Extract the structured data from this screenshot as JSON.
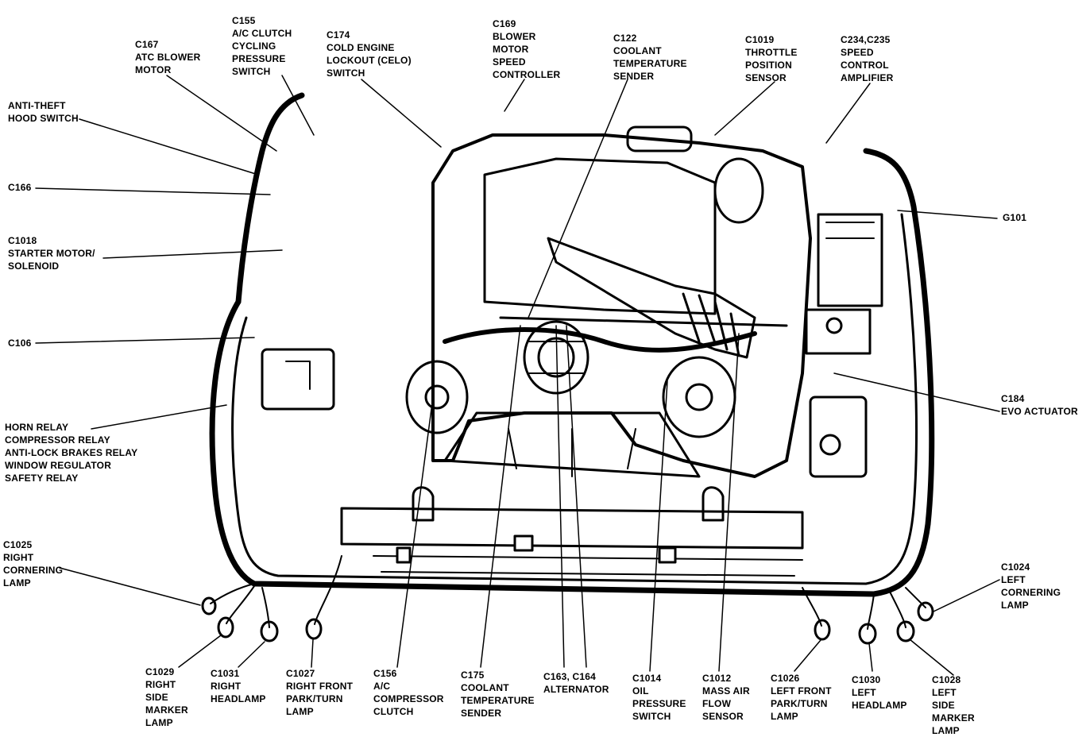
{
  "labels": {
    "c167": "C167\nATC BLOWER\nMOTOR",
    "c155": "C155\nA/C CLUTCH\nCYCLING\nPRESSURE\nSWITCH",
    "c174": "C174\nCOLD ENGINE\nLOCKOUT (CELO)\nSWITCH",
    "c169": "C169\nBLOWER\nMOTOR\nSPEED\nCONTROLLER",
    "c122": "C122\nCOOLANT\nTEMPERATURE\nSENDER",
    "c1019": "C1019\nTHROTTLE\nPOSITION\nSENSOR",
    "c234": "C234,C235\nSPEED\nCONTROL\nAMPLIFIER",
    "antitheft": "ANTI-THEFT\nHOOD SWITCH",
    "c166": "C166",
    "c1018": "C1018\nSTARTER MOTOR/\nSOLENOID",
    "c106": "C106",
    "g101": "G101",
    "c184": "C184\nEVO ACTUATOR",
    "relays": "HORN RELAY\nCOMPRESSOR RELAY\nANTI-LOCK BRAKES RELAY\nWINDOW REGULATOR\nSAFETY RELAY",
    "c1025": "C1025\nRIGHT\nCORNERING\nLAMP",
    "c1024": "C1024\nLEFT\nCORNERING\nLAMP",
    "c1029": "C1029\nRIGHT\nSIDE\nMARKER\nLAMP",
    "c1031": "C1031\nRIGHT\nHEADLAMP",
    "c1027": "C1027\nRIGHT FRONT\nPARK/TURN\nLAMP",
    "c156": "C156\nA/C\nCOMPRESSOR\nCLUTCH",
    "c175": "C175\nCOOLANT\nTEMPERATURE\nSENDER",
    "c163": "C163, C164\nALTERNATOR",
    "c1014": "C1014\nOIL\nPRESSURE\nSWITCH",
    "c1012": "C1012\nMASS AIR\nFLOW\nSENSOR",
    "c1026": "C1026\nLEFT FRONT\nPARK/TURN\nLAMP",
    "c1030": "C1030\nLEFT\nHEADLAMP",
    "c1028": "C1028\nLEFT\nSIDE\nMARKER\nLAMP"
  }
}
